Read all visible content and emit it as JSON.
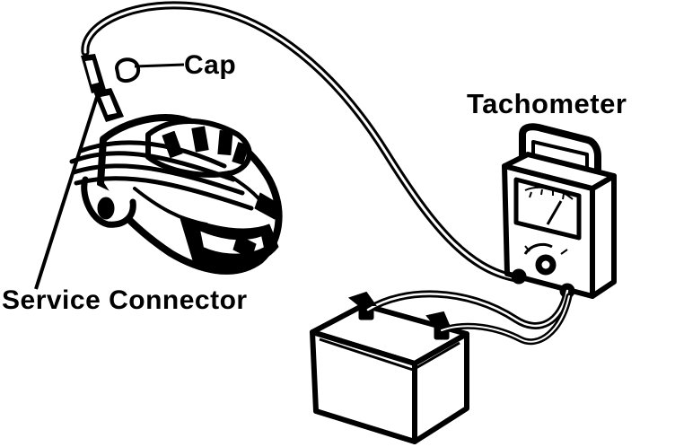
{
  "labels": {
    "cap": "Cap",
    "tachometer": "Tachometer",
    "service_connector": "Service Connector"
  },
  "colors": {
    "ink": "#000000",
    "paper": "#ffffff"
  }
}
